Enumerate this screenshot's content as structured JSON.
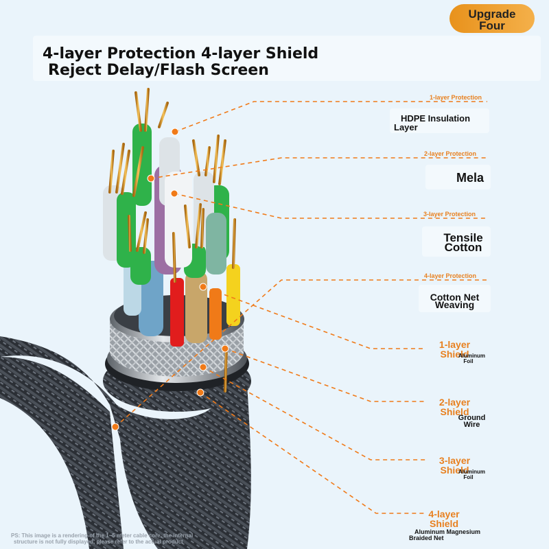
{
  "badge": {
    "line1": "Upgrade",
    "line2": "Four"
  },
  "headline": {
    "line1": "4-layer Protection 4-layer Shield",
    "line2": "Reject Delay/Flash Screen"
  },
  "protections": [
    {
      "tag": "1-layer Protection",
      "name_line1": "HDPE Insulation",
      "name_line2": "Layer"
    },
    {
      "tag": "2-layer Protection",
      "name_line1": "Mela",
      "name_line2": ""
    },
    {
      "tag": "3-layer Protection",
      "name_line1": "Tensile",
      "name_line2": "Cotton"
    },
    {
      "tag": "4-layer Protection",
      "name_line1": "Cotton Net",
      "name_line2": "Weaving"
    }
  ],
  "shields": [
    {
      "title_line1": "1-layer",
      "title_line2": "Shield",
      "sub_line1": "Aluminum",
      "sub_line2": "Foil"
    },
    {
      "title_line1": "2-layer",
      "title_line2": "Shield",
      "sub_line1": "Ground",
      "sub_line2": "Wire"
    },
    {
      "title_line1": "3-layer",
      "title_line2": "Shield",
      "sub_line1": "Aluminum",
      "sub_line2": "Foil"
    },
    {
      "title_line1": "4-layer",
      "title_line2": "Shield",
      "sub_line1": "Aluminum Magnesium",
      "sub_line2": "Braided Net"
    }
  ],
  "footnote": {
    "line1": "PS: This image is a rendering of the 1~5 meter cable core, the internal",
    "line2": "structure is not fully displayed, please refer to the actual product"
  },
  "colors": {
    "accent": "#e8801f",
    "background": "#eaf4fb",
    "copper": "#d99a2b"
  }
}
